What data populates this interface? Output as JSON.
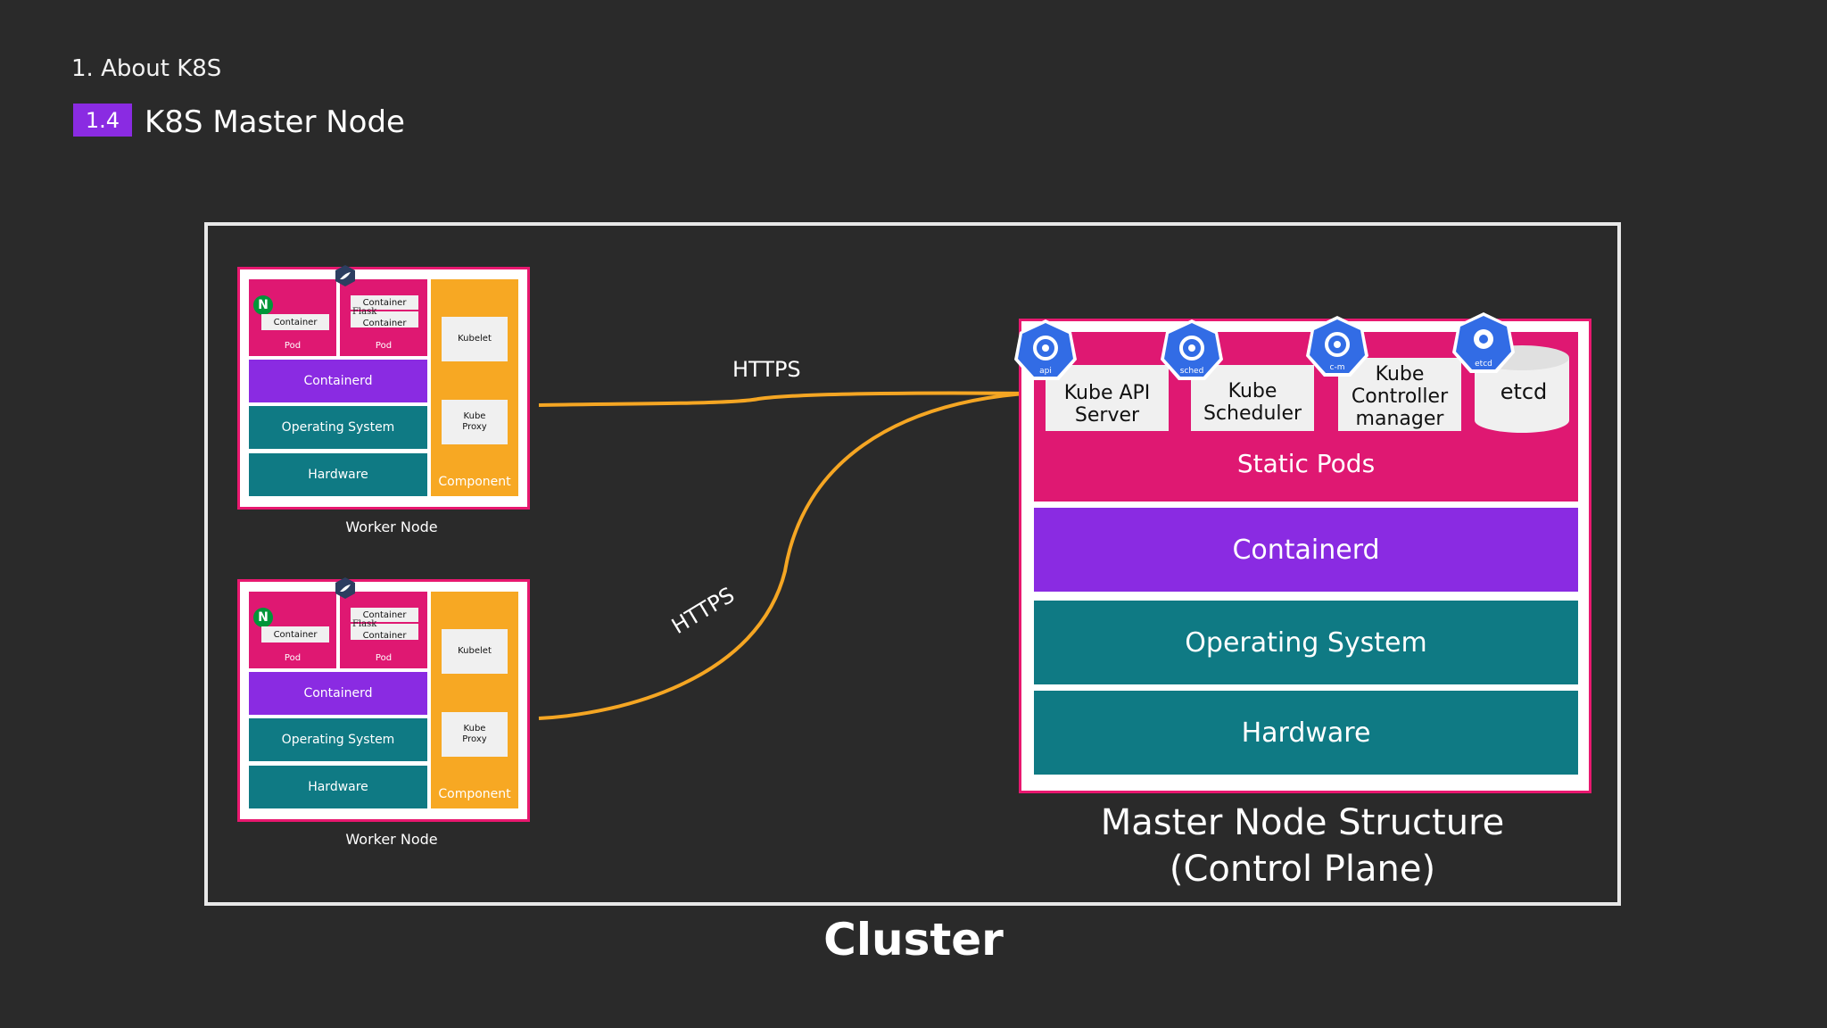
{
  "header": {
    "section": "1. About K8S",
    "badge": "1.4",
    "title": "K8S Master Node"
  },
  "cluster": {
    "label": "Cluster"
  },
  "workers": [
    {
      "label": "Worker Node",
      "pods": [
        {
          "label": "Pod",
          "containers": [
            "Container"
          ]
        },
        {
          "label": "Pod",
          "containers": [
            "Container",
            "Container"
          ],
          "flask_text": "Flask"
        }
      ],
      "layers": [
        "Containerd",
        "Operating System",
        "Hardware"
      ],
      "component": {
        "label": "Component",
        "kubelet": "Kubelet",
        "kube_proxy": "Kube Proxy"
      }
    },
    {
      "label": "Worker Node",
      "pods": [
        {
          "label": "Pod",
          "containers": [
            "Container"
          ]
        },
        {
          "label": "Pod",
          "containers": [
            "Container",
            "Container"
          ],
          "flask_text": "Flask"
        }
      ],
      "layers": [
        "Containerd",
        "Operating System",
        "Hardware"
      ],
      "component": {
        "label": "Component",
        "kubelet": "Kubelet",
        "kube_proxy": "Kube Proxy"
      }
    }
  ],
  "connections": [
    {
      "label": "HTTPS"
    },
    {
      "label": "HTTPS"
    }
  ],
  "master": {
    "components": [
      {
        "label": "Kube API Server",
        "icon_tag": "api"
      },
      {
        "label": "Kube Scheduler",
        "icon_tag": "sched"
      },
      {
        "label": "Kube Controller manager",
        "icon_tag": "c-m"
      },
      {
        "label": "etcd",
        "icon_tag": "etcd"
      }
    ],
    "static_pods": "Static Pods",
    "layers": [
      "Containerd",
      "Operating System",
      "Hardware"
    ],
    "label_line1": "Master Node Structure",
    "label_line2": "(Control Plane)"
  },
  "colors": {
    "background": "#2a2a2a",
    "pod": "#df1872",
    "containerd": "#8a2be2",
    "os": "#0f7a84",
    "component": "#f7a823",
    "arrow": "#f5a623",
    "k8s_icon": "#326ce5",
    "badge": "#8a2be2"
  }
}
